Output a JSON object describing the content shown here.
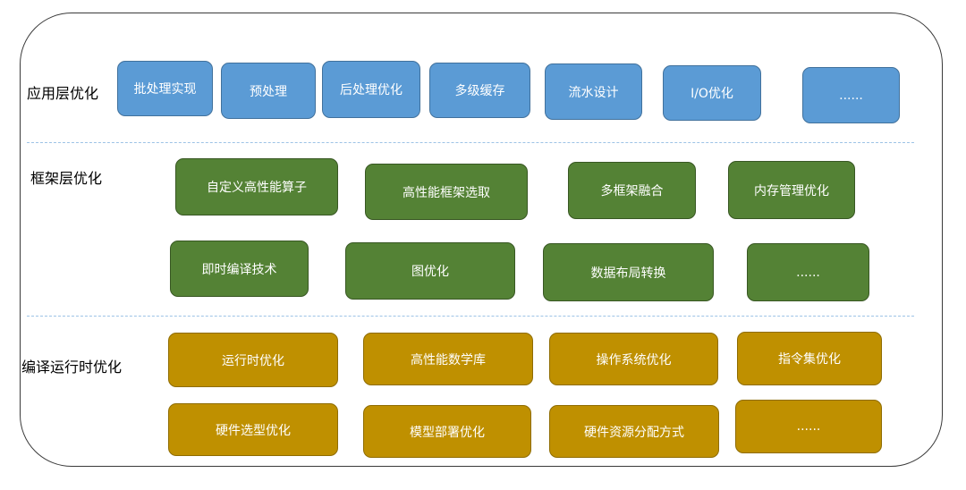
{
  "layers": {
    "app": {
      "label": "应用层优化",
      "items": [
        "批处理实现",
        "预处理",
        "后处理优化",
        "多级缓存",
        "流水设计",
        "I/O优化",
        "......"
      ]
    },
    "framework": {
      "label": "框架层优化",
      "row1": [
        "自定义高性能算子",
        "高性能框架选取",
        "多框架融合",
        "内存管理优化"
      ],
      "row2": [
        "即时编译技术",
        "图优化",
        "数据布局转换",
        "......"
      ]
    },
    "runtime": {
      "label": "编译运行时优化",
      "row1": [
        "运行时优化",
        "高性能数学库",
        "操作系统优化",
        "指令集优化"
      ],
      "row2": [
        "硬件选型优化",
        "模型部署优化",
        "硬件资源分配方式",
        "......"
      ]
    }
  },
  "colors": {
    "app": "#5b9bd5",
    "framework": "#548235",
    "runtime": "#bf9000",
    "separator": "#9dc3e6"
  }
}
